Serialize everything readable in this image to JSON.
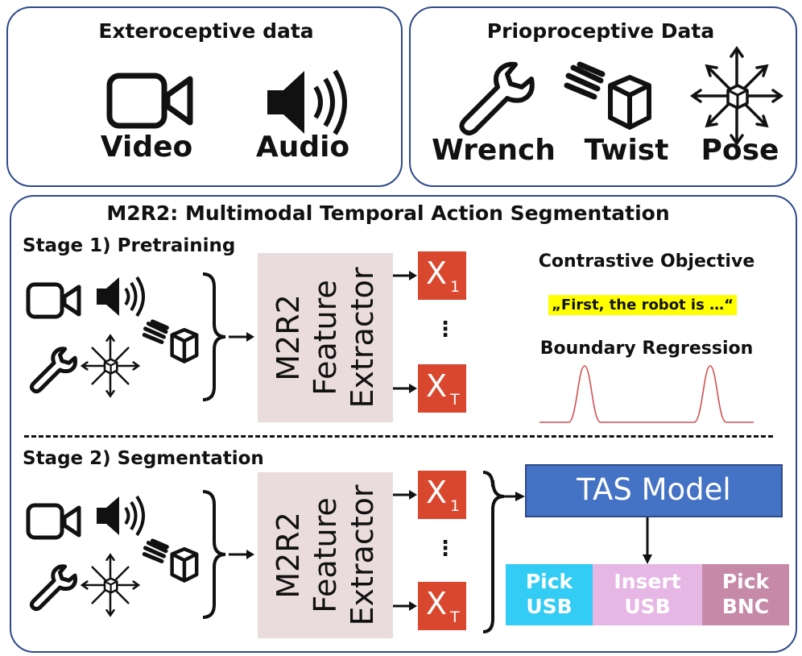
{
  "exteroceptive": {
    "title": "Exteroceptive data",
    "items": [
      {
        "label": "Video",
        "icon": "video-camera-icon"
      },
      {
        "label": "Audio",
        "icon": "speaker-icon"
      }
    ]
  },
  "proprioceptive": {
    "title": "Prioproceptive Data",
    "items": [
      {
        "label": "Wrench",
        "icon": "wrench-icon"
      },
      {
        "label": "Twist",
        "icon": "twist-cube-icon"
      },
      {
        "label": "Pose",
        "icon": "pose-axes-icon"
      }
    ]
  },
  "main": {
    "title": "M2R2: Multimodal Temporal Action Segmentation",
    "stage1": {
      "title": "Stage 1) Pretraining",
      "extractor": [
        "M2R2",
        "Feature",
        "Extractor"
      ],
      "x_first": {
        "symbol": "X",
        "sub": "1"
      },
      "x_last": {
        "symbol": "X",
        "sub": "T"
      },
      "ellipsis": "⋮",
      "objectives": {
        "contrastive": "Contrastive Objective",
        "caption": "„First, the robot is …“",
        "boundary": "Boundary Regression"
      }
    },
    "stage2": {
      "title": "Stage 2) Segmentation",
      "extractor": [
        "M2R2",
        "Feature",
        "Extractor"
      ],
      "x_first": {
        "symbol": "X",
        "sub": "1"
      },
      "x_last": {
        "symbol": "X",
        "sub": "T"
      },
      "ellipsis": "⋮",
      "tas_model": "TAS Model",
      "segments": [
        {
          "label": "Pick\nUSB",
          "color": "#33ccf5"
        },
        {
          "label": "Insert\nUSB",
          "color": "#e6b6e4"
        },
        {
          "label": "Pick\nBNC",
          "color": "#c68aa8"
        }
      ]
    }
  },
  "colors": {
    "border": "#2e4a8a",
    "x_box": "#d9472e",
    "tas_box": "#4472c4",
    "extractor_bg": "#eadcdc",
    "highlight": "#ffff00",
    "boundary_curve": "#d05050"
  }
}
